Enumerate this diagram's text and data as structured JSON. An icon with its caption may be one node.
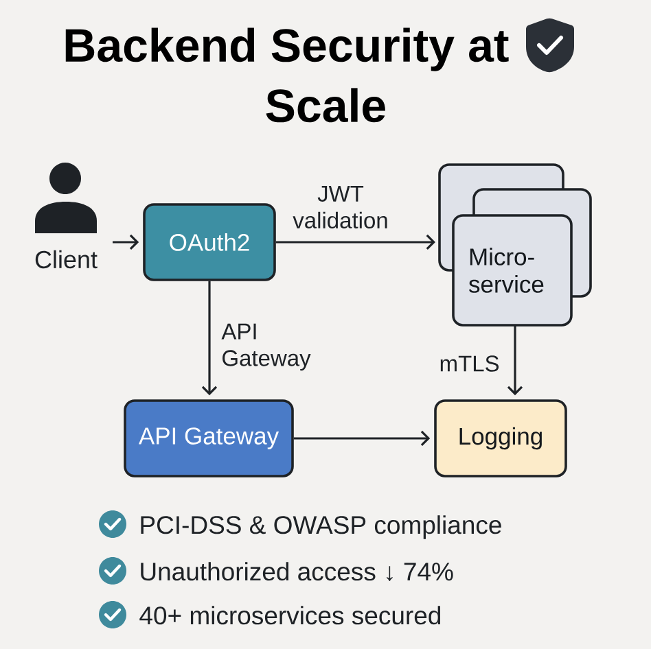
{
  "diagram": {
    "title": "Backend Security at Scale",
    "nodes": [
      {
        "text": [],
        "shape": "person",
        "beside": [
          "Client"
        ]
      },
      {
        "text": [
          "OAuth2"
        ]
      },
      {
        "text": [
          "Micro- service"
        ]
      },
      {
        "text": [
          "API Gateway"
        ]
      },
      {
        "text": [
          "Logging"
        ]
      }
    ],
    "edges": [
      {
        "from": 0,
        "to": 1,
        "arrow": "to"
      },
      {
        "from": 1,
        "to": 2,
        "arrow": "to",
        "label": "JWT validation"
      },
      {
        "from": 1,
        "to": 3,
        "arrow": "to",
        "label": "API Gateway"
      },
      {
        "from": 2,
        "to": 4,
        "arrow": "to",
        "label": "mTLS"
      },
      {
        "from": 3,
        "to": 4,
        "arrow": "to"
      }
    ],
    "labels": [
      "PCI-DSS & OWASP compliance",
      "Unauthorized access ↓ 74%",
      "40+ microservices secured"
    ]
  }
}
